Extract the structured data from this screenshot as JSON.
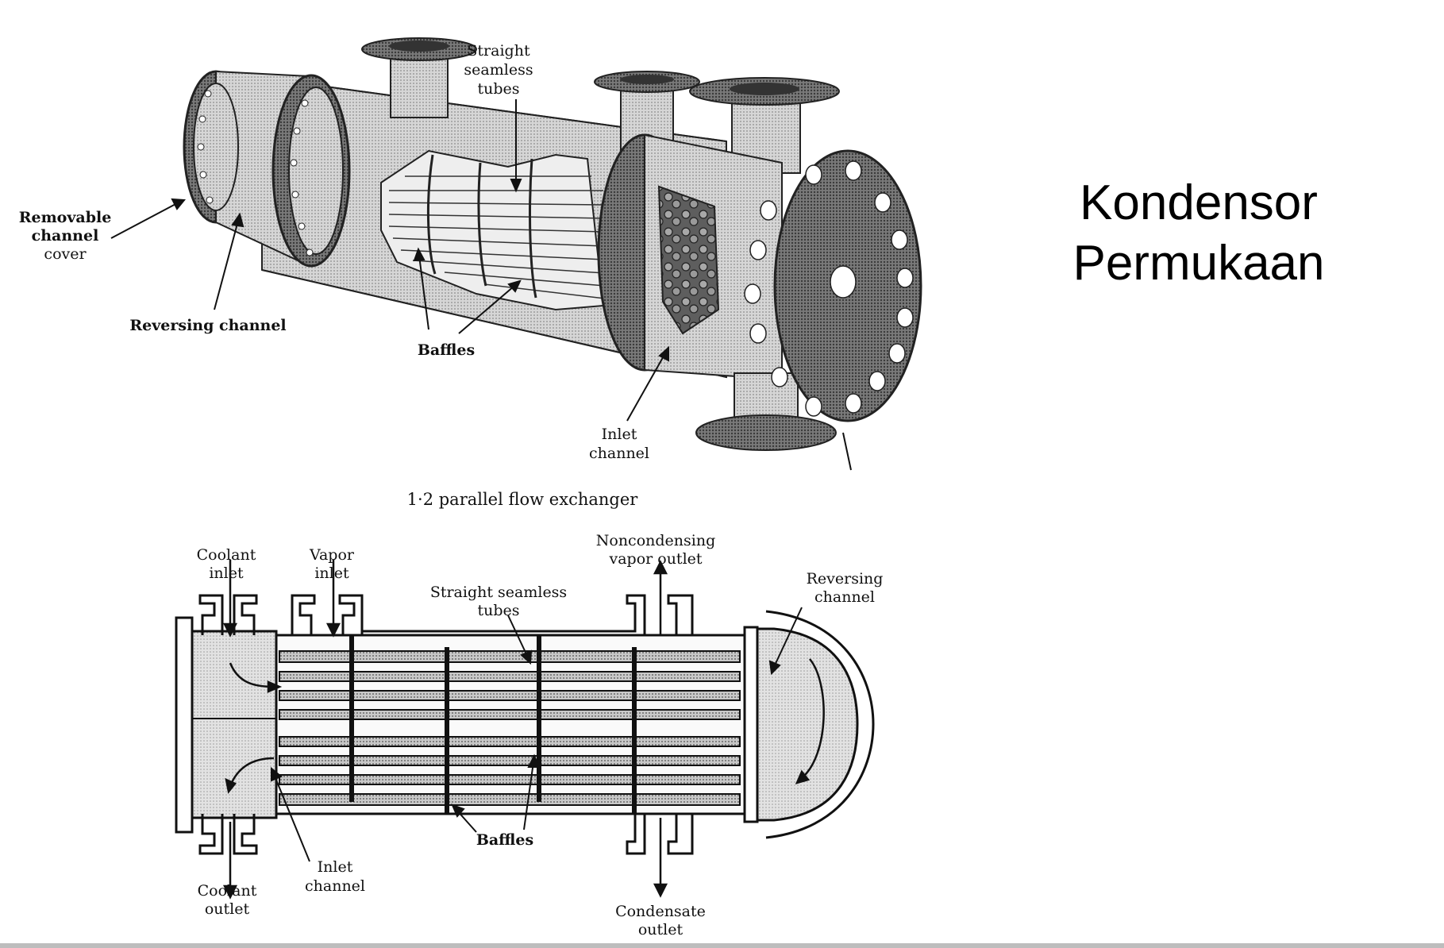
{
  "slide": {
    "title_line1": "Kondensor",
    "title_line2": "Permukaan"
  },
  "top_figure": {
    "caption": "1·2 parallel flow exchanger",
    "labels": {
      "straight_tubes": [
        "Straight",
        "seamless",
        "tubes"
      ],
      "removable_cover": [
        "Removable",
        "channel",
        "cover"
      ],
      "reversing_channel": "Reversing channel",
      "baffles": "Baffles",
      "inlet_channel": [
        "Inlet",
        "channel"
      ]
    }
  },
  "bottom_figure": {
    "labels": {
      "coolant_inlet": [
        "Coolant",
        "inlet"
      ],
      "vapor_inlet": [
        "Vapor",
        "inlet"
      ],
      "straight_tubes": [
        "Straight seamless",
        "tubes"
      ],
      "noncondensing": [
        "Noncondensing",
        "vapor outlet"
      ],
      "reversing_channel": [
        "Reversing",
        "channel"
      ],
      "baffles": "Baffles",
      "inlet_channel": [
        "Inlet",
        "channel"
      ],
      "coolant_outlet": [
        "Coolant",
        "outlet"
      ],
      "condensate_outlet": [
        "Condensate",
        "outlet"
      ]
    }
  },
  "colors": {
    "metal_light": "#dcdcdc",
    "metal_mid": "#b9b9b9",
    "metal_dark": "#6f6f6f",
    "ink": "#111111"
  }
}
